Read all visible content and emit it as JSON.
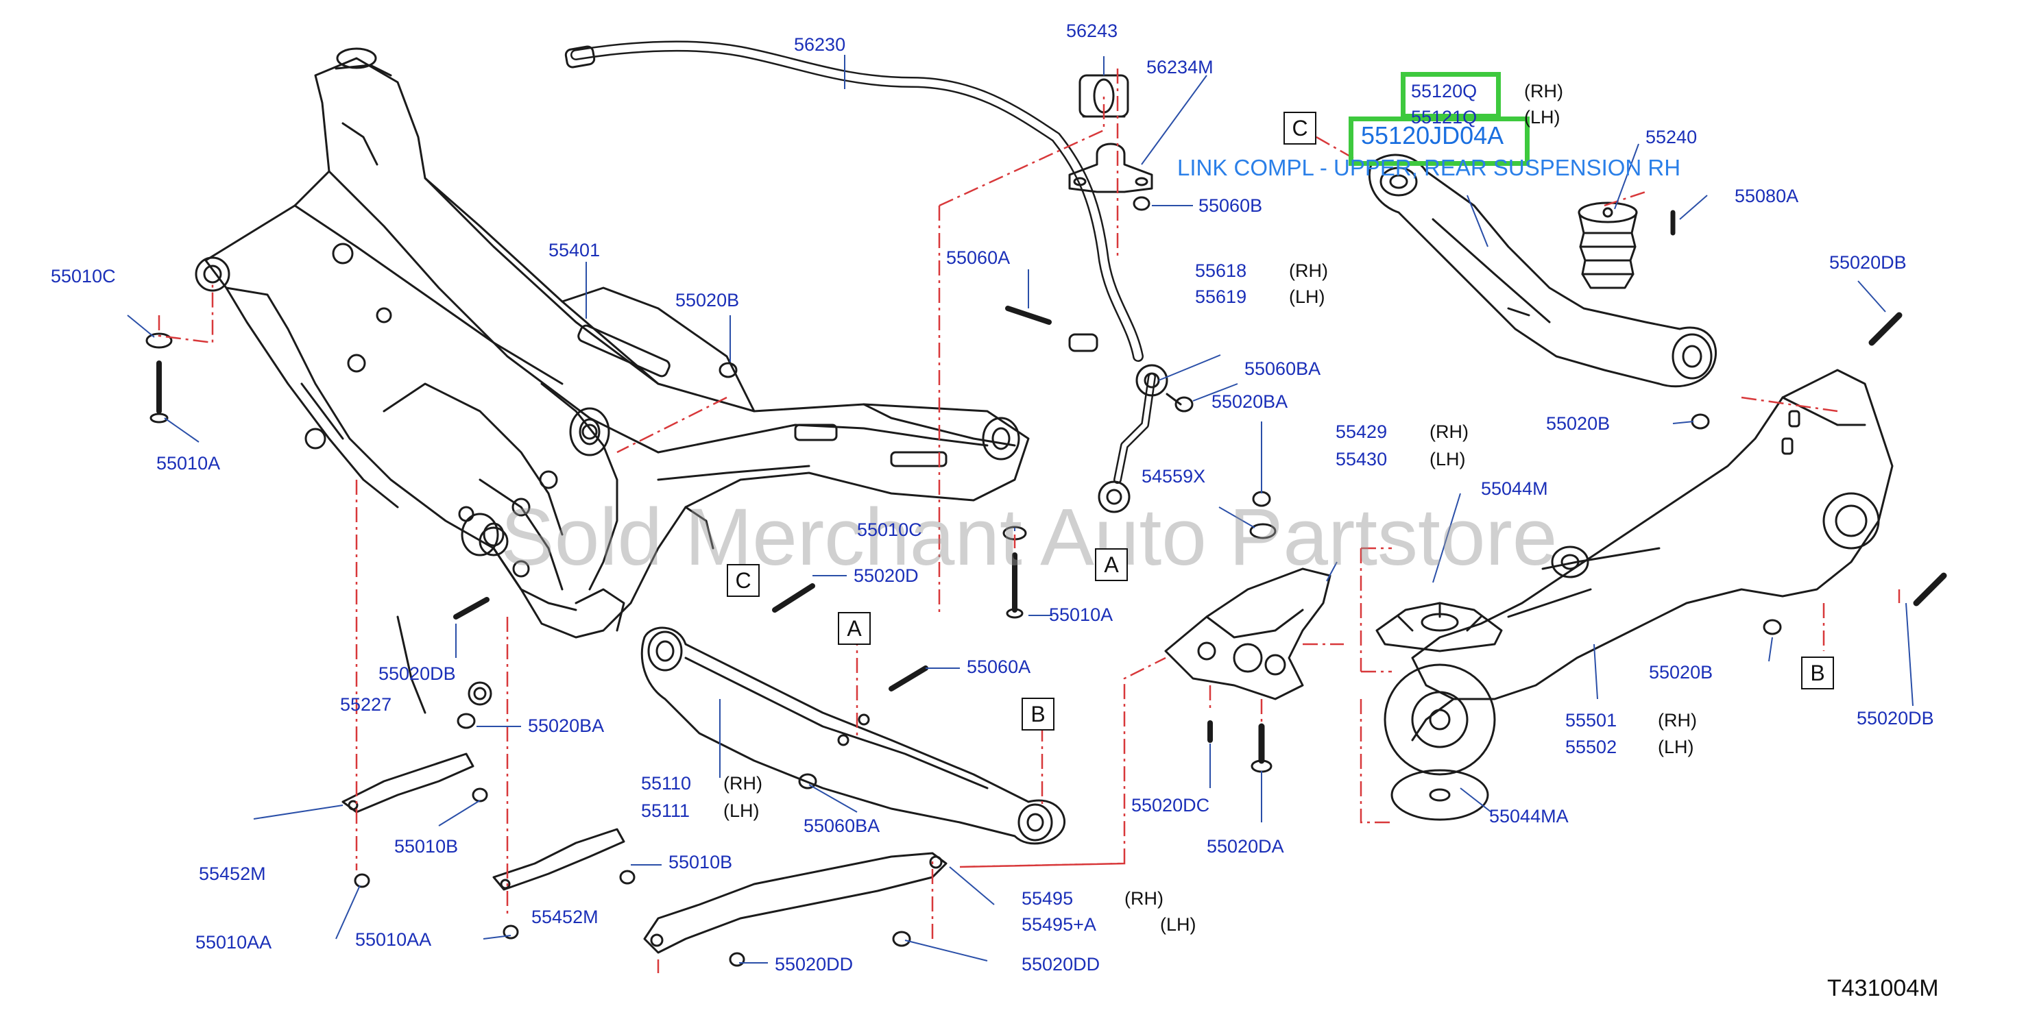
{
  "diagram_code": "T431004M",
  "watermark": "Sold Merchant Auto Partstore",
  "highlight": {
    "part_number": "55120JD04A",
    "description": "LINK COMPL - UPPER, REAR SUSPENSION RH",
    "selected_callout": "55120Q"
  },
  "ref_boxes": [
    "C",
    "C",
    "A",
    "A",
    "B",
    "B"
  ],
  "callouts": [
    {
      "id": "56230",
      "text": "56230"
    },
    {
      "id": "56243",
      "text": "56243"
    },
    {
      "id": "56234M",
      "text": "56234M"
    },
    {
      "id": "55060B",
      "text": "55060B"
    },
    {
      "id": "55060A_top",
      "text": "55060A"
    },
    {
      "id": "55618",
      "text": "55618",
      "side": "(RH)"
    },
    {
      "id": "55619",
      "text": "55619",
      "side": "(LH)"
    },
    {
      "id": "55060BA_top",
      "text": "55060BA"
    },
    {
      "id": "55020BA_mid",
      "text": "55020BA"
    },
    {
      "id": "55429",
      "text": "55429",
      "side": "(RH)"
    },
    {
      "id": "55430",
      "text": "55430",
      "side": "(LH)"
    },
    {
      "id": "54559X",
      "text": "54559X"
    },
    {
      "id": "55044M",
      "text": "55044M"
    },
    {
      "id": "55120Q",
      "text": "55120Q",
      "side": "(RH)"
    },
    {
      "id": "55121Q",
      "text": "55121Q",
      "side": "(LH)"
    },
    {
      "id": "55240",
      "text": "55240"
    },
    {
      "id": "55080A",
      "text": "55080A"
    },
    {
      "id": "55020DB_top",
      "text": "55020DB"
    },
    {
      "id": "55020B_right",
      "text": "55020B"
    },
    {
      "id": "55010C_left",
      "text": "55010C"
    },
    {
      "id": "55401",
      "text": "55401"
    },
    {
      "id": "55020B_mid",
      "text": "55020B"
    },
    {
      "id": "55010A_left",
      "text": "55010A"
    },
    {
      "id": "55010C_mid",
      "text": "55010C"
    },
    {
      "id": "55020D",
      "text": "55020D"
    },
    {
      "id": "55010A_mid",
      "text": "55010A"
    },
    {
      "id": "55020DB_left",
      "text": "55020DB"
    },
    {
      "id": "55227",
      "text": "55227"
    },
    {
      "id": "55020BA_left",
      "text": "55020BA"
    },
    {
      "id": "55060A_mid",
      "text": "55060A"
    },
    {
      "id": "55110",
      "text": "55110",
      "side": "(RH)"
    },
    {
      "id": "55111",
      "text": "55111",
      "side": "(LH)"
    },
    {
      "id": "55060BA_bot",
      "text": "55060BA"
    },
    {
      "id": "55452M_a",
      "text": "55452M"
    },
    {
      "id": "55010B_a",
      "text": "55010B"
    },
    {
      "id": "55010B_b",
      "text": "55010B"
    },
    {
      "id": "55452M_b",
      "text": "55452M"
    },
    {
      "id": "55010AA_a",
      "text": "55010AA"
    },
    {
      "id": "55010AA_b",
      "text": "55010AA"
    },
    {
      "id": "55495",
      "text": "55495",
      "side": "(RH)"
    },
    {
      "id": "55495A",
      "text": "55495+A",
      "side": "(LH)"
    },
    {
      "id": "55020DD_a",
      "text": "55020DD"
    },
    {
      "id": "55020DD_b",
      "text": "55020DD"
    },
    {
      "id": "55020DC",
      "text": "55020DC"
    },
    {
      "id": "55020DA",
      "text": "55020DA"
    },
    {
      "id": "55044MA",
      "text": "55044MA"
    },
    {
      "id": "55501",
      "text": "55501",
      "side": "(RH)"
    },
    {
      "id": "55502",
      "text": "55502",
      "side": "(LH)"
    },
    {
      "id": "55020B_bot",
      "text": "55020B"
    },
    {
      "id": "55020DB_right",
      "text": "55020DB"
    }
  ],
  "colors": {
    "label": "#1a2fb8",
    "leader": "#2a4fa8",
    "dash": "#d8383a",
    "highlight_box": "#3ec93e",
    "highlight_text": "#1a6fe0"
  }
}
